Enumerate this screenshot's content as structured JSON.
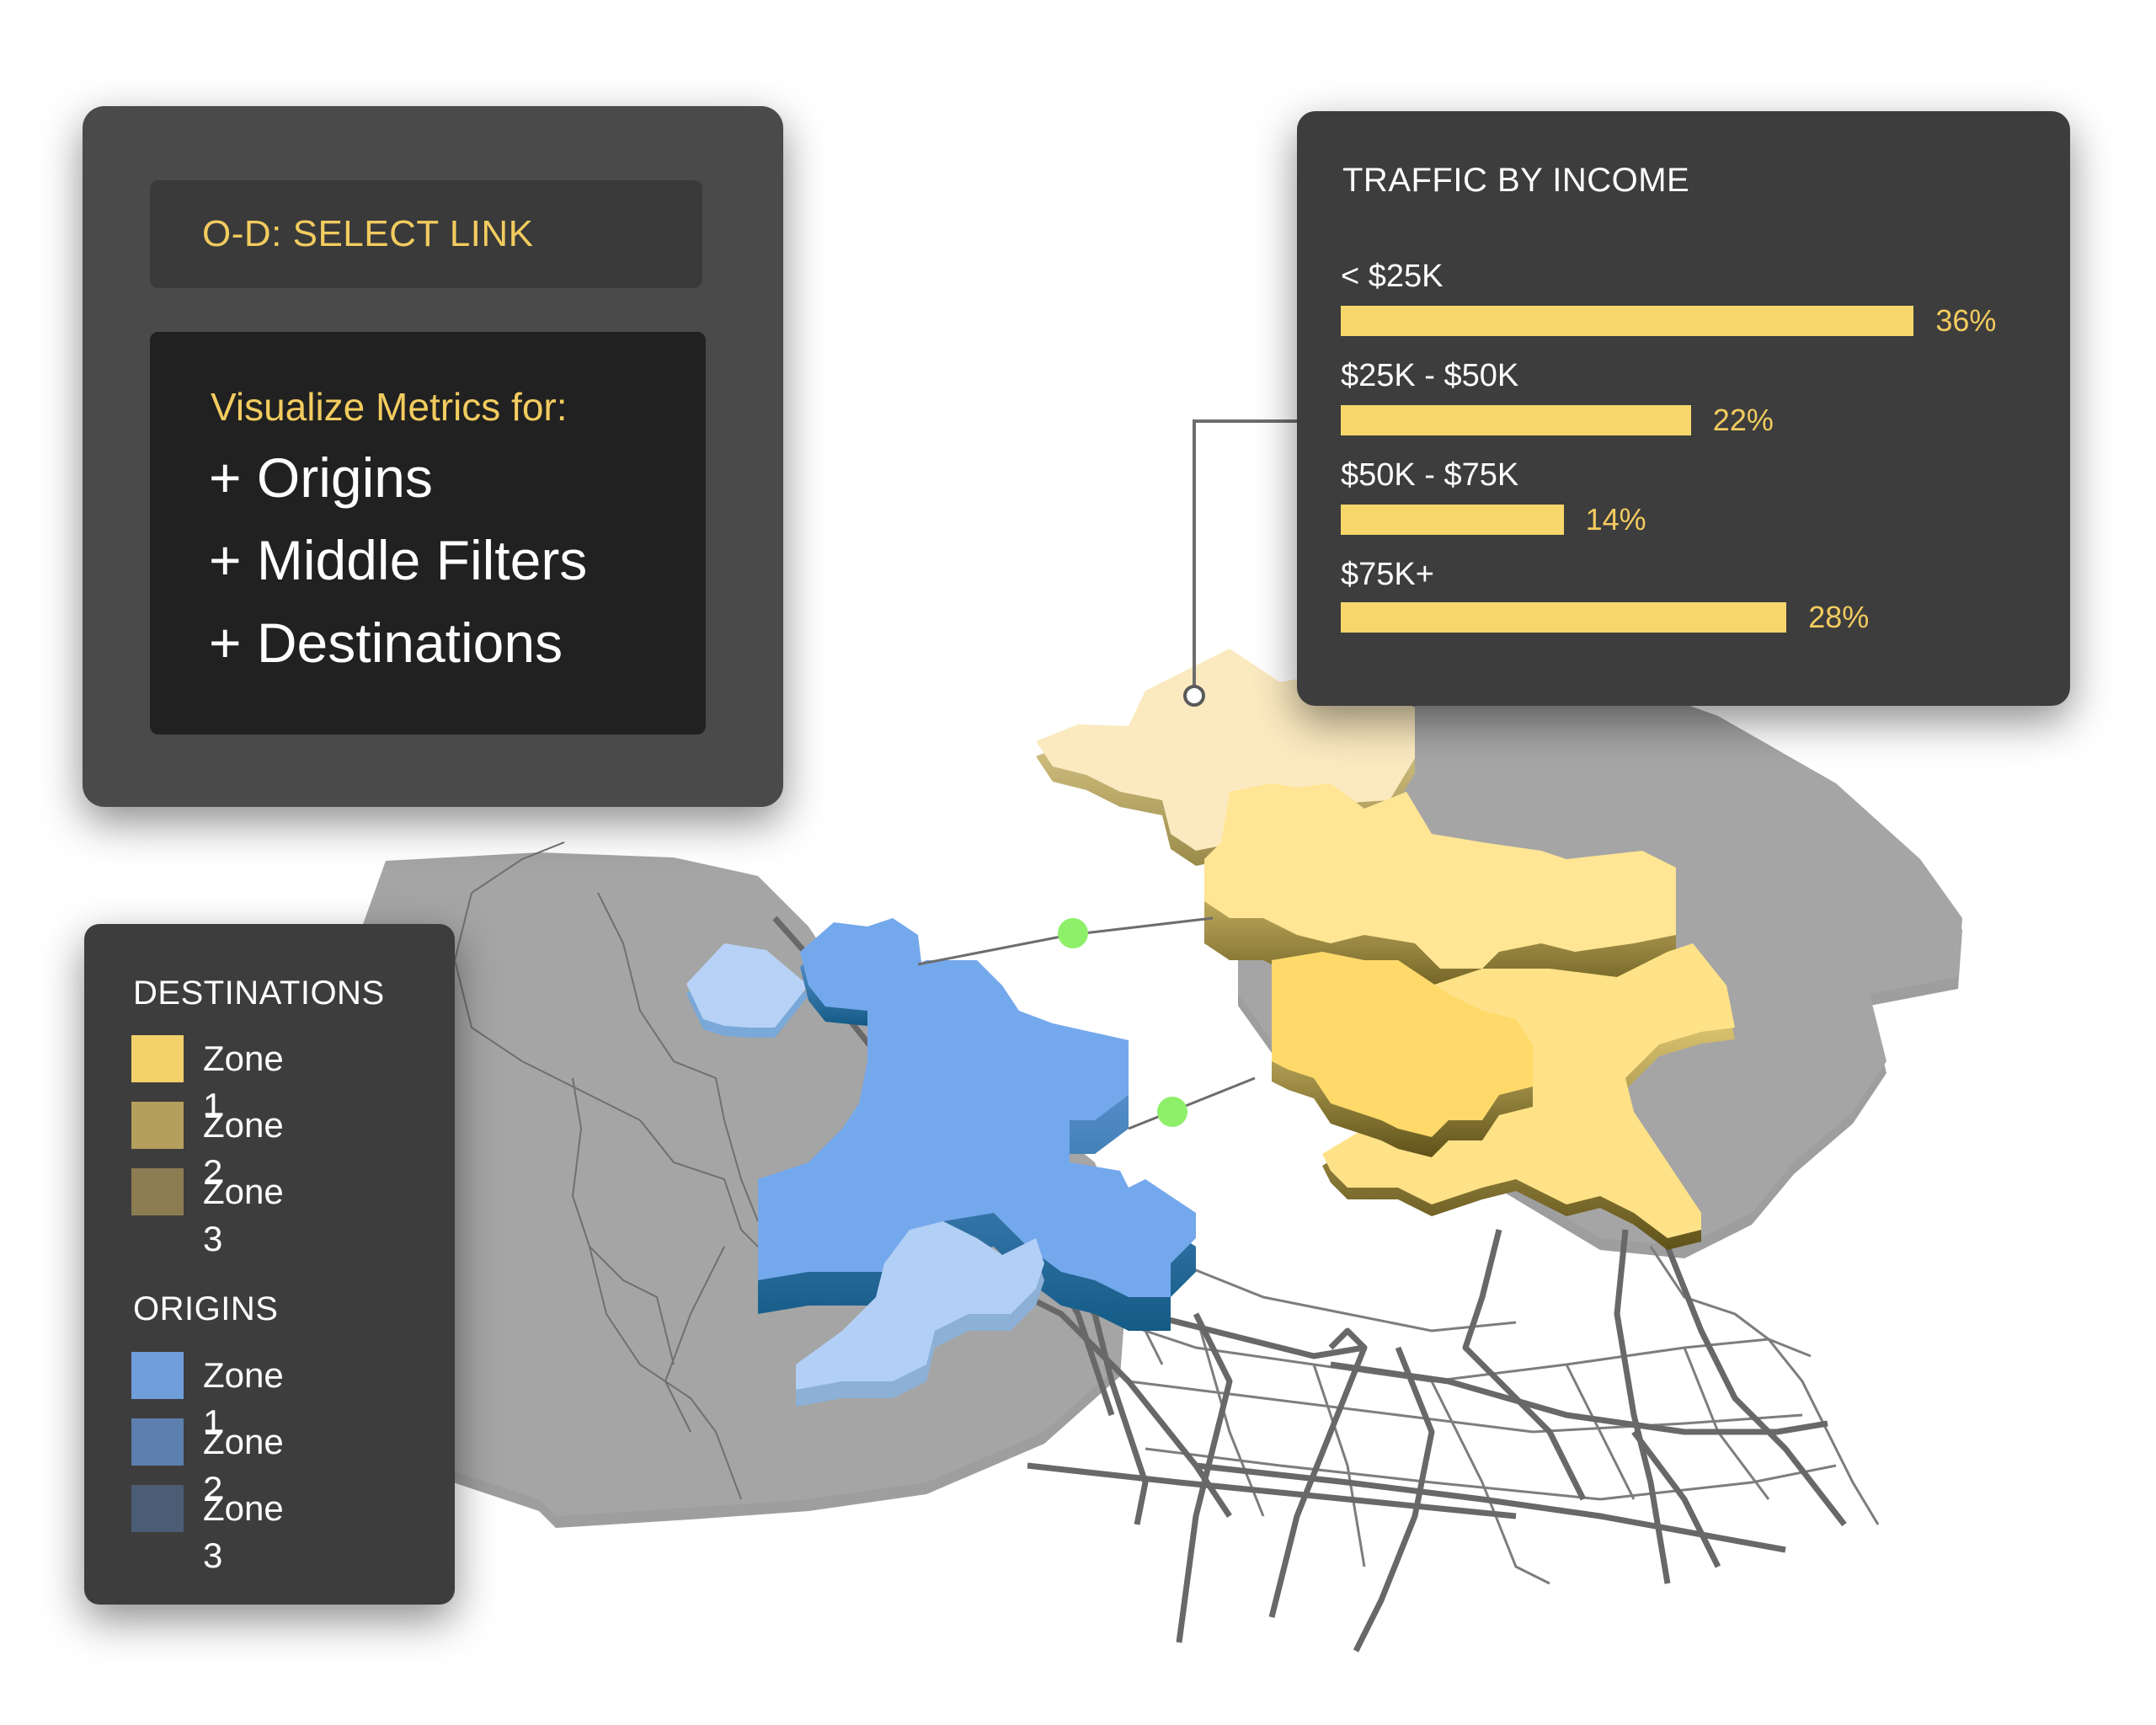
{
  "od_panel": {
    "title": "O-D: SELECT LINK",
    "subtitle": "Visualize Metrics for:",
    "items": [
      "+ Origins",
      "+ Middle Filters",
      "+ Destinations"
    ]
  },
  "legend": {
    "destinations": {
      "heading": "DESTINATIONS",
      "items": [
        {
          "label": "Zone 1",
          "color": "#f2d06a"
        },
        {
          "label": "Zone 2",
          "color": "#b59f5c"
        },
        {
          "label": "Zone 3",
          "color": "#8b7c52"
        }
      ]
    },
    "origins": {
      "heading": "ORIGINS",
      "items": [
        {
          "label": "Zone 1",
          "color": "#6f9edb"
        },
        {
          "label": "Zone 2",
          "color": "#5c7fad"
        },
        {
          "label": "Zone 3",
          "color": "#4b5c75"
        }
      ]
    }
  },
  "traffic_panel": {
    "title": "TRAFFIC BY INCOME",
    "bars": [
      {
        "label": "< $25K",
        "value": 36,
        "display": "36%"
      },
      {
        "label": "$25K - $50K",
        "value": 22,
        "display": "22%"
      },
      {
        "label": "$50K - $75K",
        "value": 14,
        "display": "14%"
      },
      {
        "label": "$75K+",
        "value": 28,
        "display": "28%"
      }
    ],
    "bar_color": "#f7d66c"
  },
  "colors": {
    "panel_dark": "#3d3d3d",
    "accent_yellow": "#f3cc5f",
    "link_marker": "#8ef06a"
  }
}
